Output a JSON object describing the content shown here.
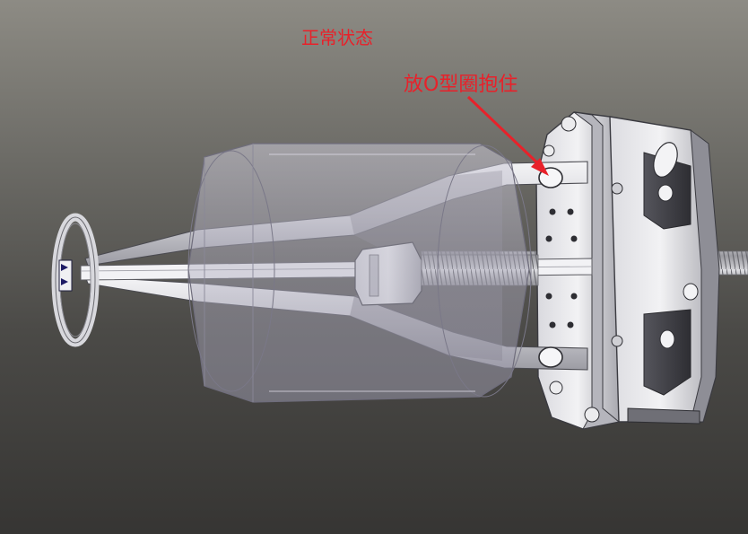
{
  "annotations": {
    "state_label": "正常状态",
    "callout_label": "放O型圈抱住"
  },
  "colors": {
    "background_top": "#8d8b84",
    "background_bottom": "#363533",
    "annotation_red": "#e8212a",
    "metal_light": "#e8e8ea",
    "metal_dark": "#3d3d42",
    "glass_sleeve": "#b4b2c2"
  },
  "parts": [
    {
      "name": "pull-ring"
    },
    {
      "name": "collet-sleeve-transparent"
    },
    {
      "name": "collet-fingers"
    },
    {
      "name": "center-shaft"
    },
    {
      "name": "threaded-rod"
    },
    {
      "name": "hex-nut"
    },
    {
      "name": "o-ring-groove"
    },
    {
      "name": "mounting-flange"
    },
    {
      "name": "base-plate"
    }
  ]
}
